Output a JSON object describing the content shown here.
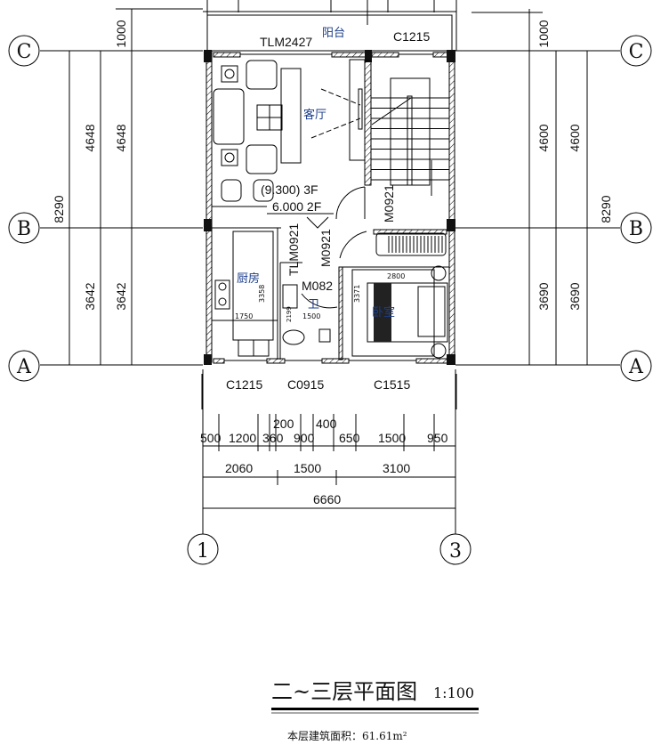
{
  "title": {
    "main": "二~三层平面图",
    "scale": "1:100",
    "area": "本层建筑面积：61.61m²"
  },
  "axes": {
    "left": [
      "C",
      "B",
      "A"
    ],
    "right": [
      "C",
      "B",
      "A"
    ],
    "bottom": [
      "1",
      "3"
    ]
  },
  "rooms": {
    "balcony": "阳台",
    "living": "客厅",
    "kitchen": "厨房",
    "bath": "卫",
    "bedroom": "卧室"
  },
  "openings": {
    "tlm2427": "TLM2427",
    "c1215_top": "C1215",
    "m0921_stair": "M0921",
    "tlm0921": "TLM0921",
    "m0921": "M0921",
    "m082": "M082",
    "c1215": "C1215",
    "c0915": "C0915",
    "c1515": "C1515"
  },
  "levels": {
    "upper": "(9.300) 3F",
    "lower": "6.000   2F"
  },
  "inner_dims": {
    "d2800": "2800",
    "d3371": "3371",
    "d3358": "3358",
    "d1750": "1750",
    "d1500": "1500",
    "d2199": "2199"
  },
  "left_dims": {
    "top": "1000",
    "bc1": "4648",
    "bc2": "4648",
    "ab1": "3642",
    "ab2": "3642",
    "total": "8290"
  },
  "right_dims": {
    "top": "1000",
    "bc1": "4600",
    "bc2": "4600",
    "ab1": "3690",
    "ab2": "3690",
    "total": "8290"
  },
  "bottom_dims": {
    "row1": [
      "500",
      "1200",
      "360",
      "200",
      "900",
      "400",
      "650",
      "1500",
      "950"
    ],
    "row2": [
      "2060",
      "1500",
      "3100"
    ],
    "row3": [
      "6660"
    ]
  }
}
